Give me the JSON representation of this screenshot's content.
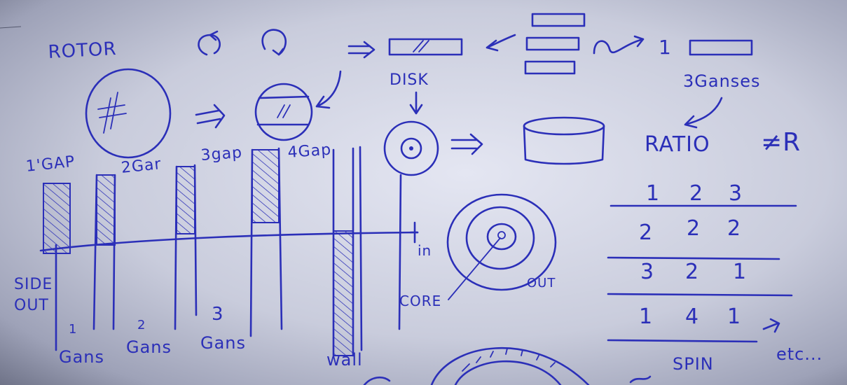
{
  "labels": {
    "rotor": "ROTOR",
    "disk": "DISK",
    "one": "1",
    "three_ganses": "3Ganses",
    "ratio": "RATIO",
    "neq_r": "≠R",
    "gap1": "1'GAP",
    "gap2": "2Gar",
    "gap3": "3gap",
    "gap4": "4Gap",
    "side": "SIDE",
    "out_left": "OUT",
    "in": "in",
    "gans1_num": "1",
    "gans1": "Gans",
    "gans2_num": "2",
    "gans2": "Gans",
    "gans3_num": "3",
    "gans3": "Gans",
    "wall": "wall",
    "core": "CORE",
    "out_right": "OUT",
    "spin": "SPIN",
    "etc": "etc..."
  },
  "ratio_table": {
    "rows": [
      [
        "1",
        "2",
        "3"
      ],
      [
        "2",
        "2",
        "2"
      ],
      [
        "3",
        "2",
        "1"
      ],
      [
        "1",
        "4",
        "1"
      ]
    ]
  },
  "colors": {
    "ink": "#2b2fb8",
    "paper": "#d8dae8"
  }
}
